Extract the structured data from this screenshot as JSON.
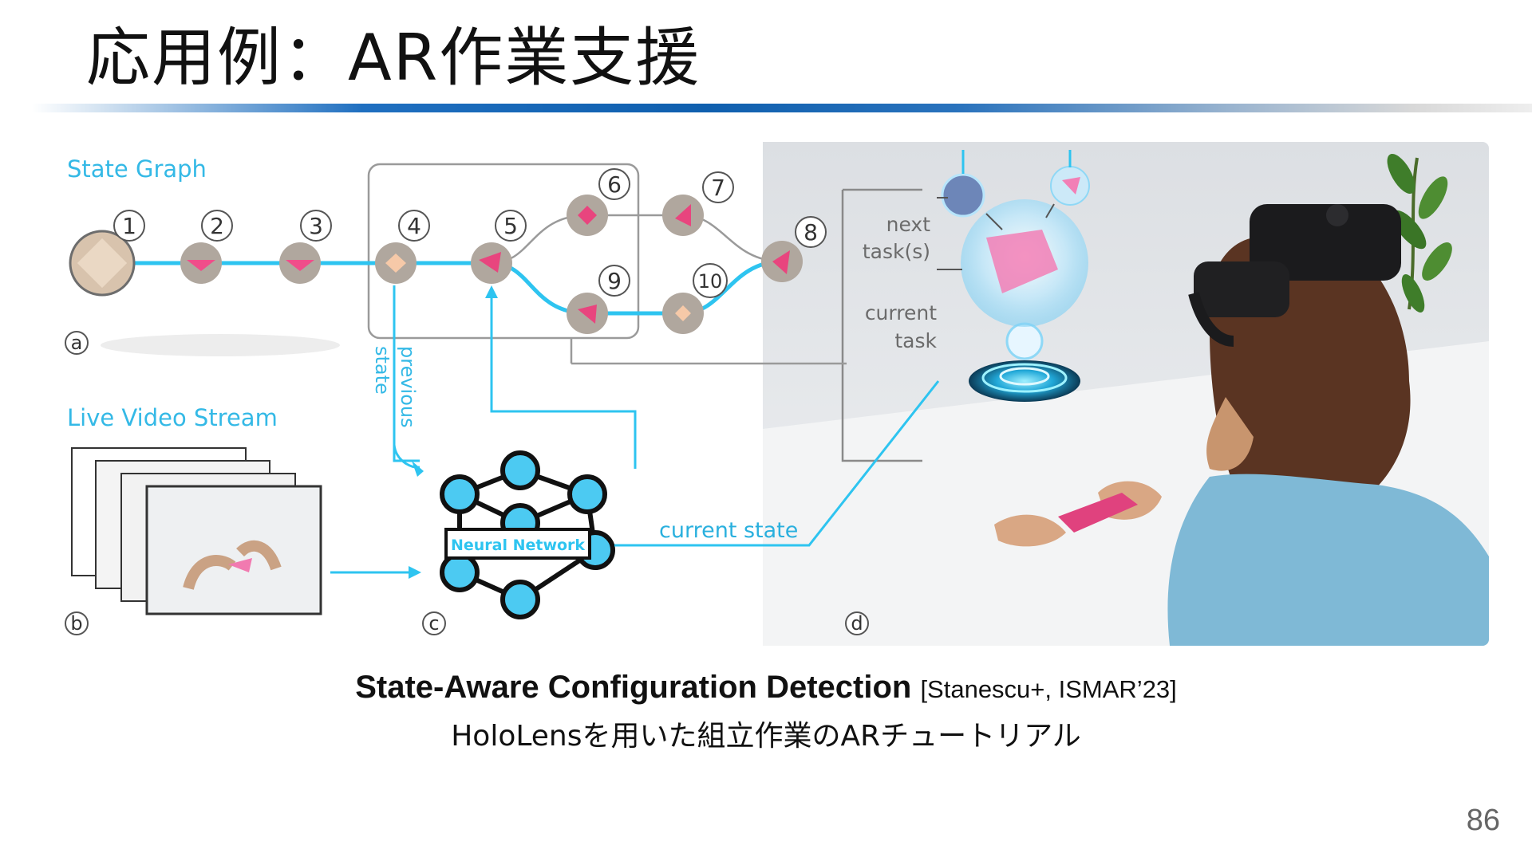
{
  "slide": {
    "title": "応用例：AR作業支援",
    "page_number": "86"
  },
  "figure": {
    "state_graph_title": "State Graph",
    "live_video_title": "Live Video Stream",
    "panel_labels": [
      "a",
      "b",
      "c",
      "d"
    ],
    "node_numbers": [
      "1",
      "2",
      "3",
      "4",
      "5",
      "6",
      "7",
      "8",
      "9",
      "10"
    ],
    "previous_state_label": "previous\nstate",
    "previous_word": "previous",
    "state_word": "state",
    "neural_network_label": "Neural Network",
    "current_state_label": "current state",
    "next_tasks_label_1": "next",
    "next_tasks_label_2": "task(s)",
    "current_task_label_1": "current",
    "current_task_label_2": "task",
    "accent_color": "#2ec4f0",
    "node_color": "#5bc8f0"
  },
  "caption": {
    "title_bold": "State-Aware Configuration Detection",
    "reference": "[Stanescu+, ISMAR’23]",
    "subtitle": "HoloLensを用いた組立作業のARチュートリアル"
  }
}
